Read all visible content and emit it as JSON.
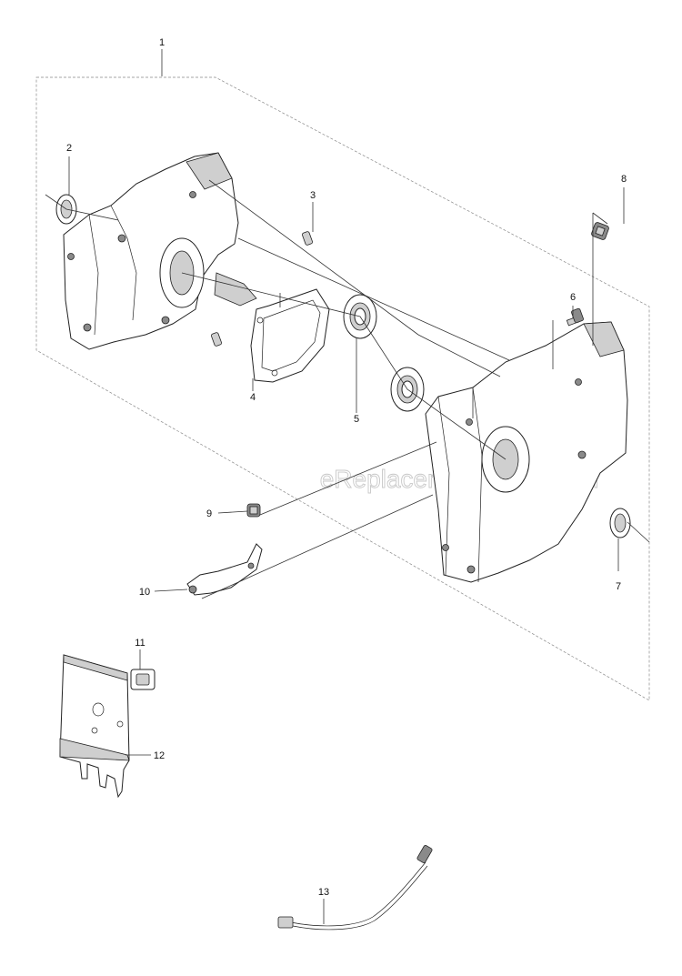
{
  "watermark": "eReplacementParts.com",
  "callouts": [
    {
      "id": "1",
      "text": "1"
    },
    {
      "id": "2",
      "text": "2"
    },
    {
      "id": "3",
      "text": "3"
    },
    {
      "id": "4",
      "text": "4"
    },
    {
      "id": "5",
      "text": "5"
    },
    {
      "id": "6",
      "text": "6"
    },
    {
      "id": "7",
      "text": "7"
    },
    {
      "id": "8",
      "text": "8"
    },
    {
      "id": "9",
      "text": "9"
    },
    {
      "id": "10",
      "text": "10"
    },
    {
      "id": "11",
      "text": "11"
    },
    {
      "id": "12",
      "text": "12"
    },
    {
      "id": "13",
      "text": "13"
    }
  ]
}
